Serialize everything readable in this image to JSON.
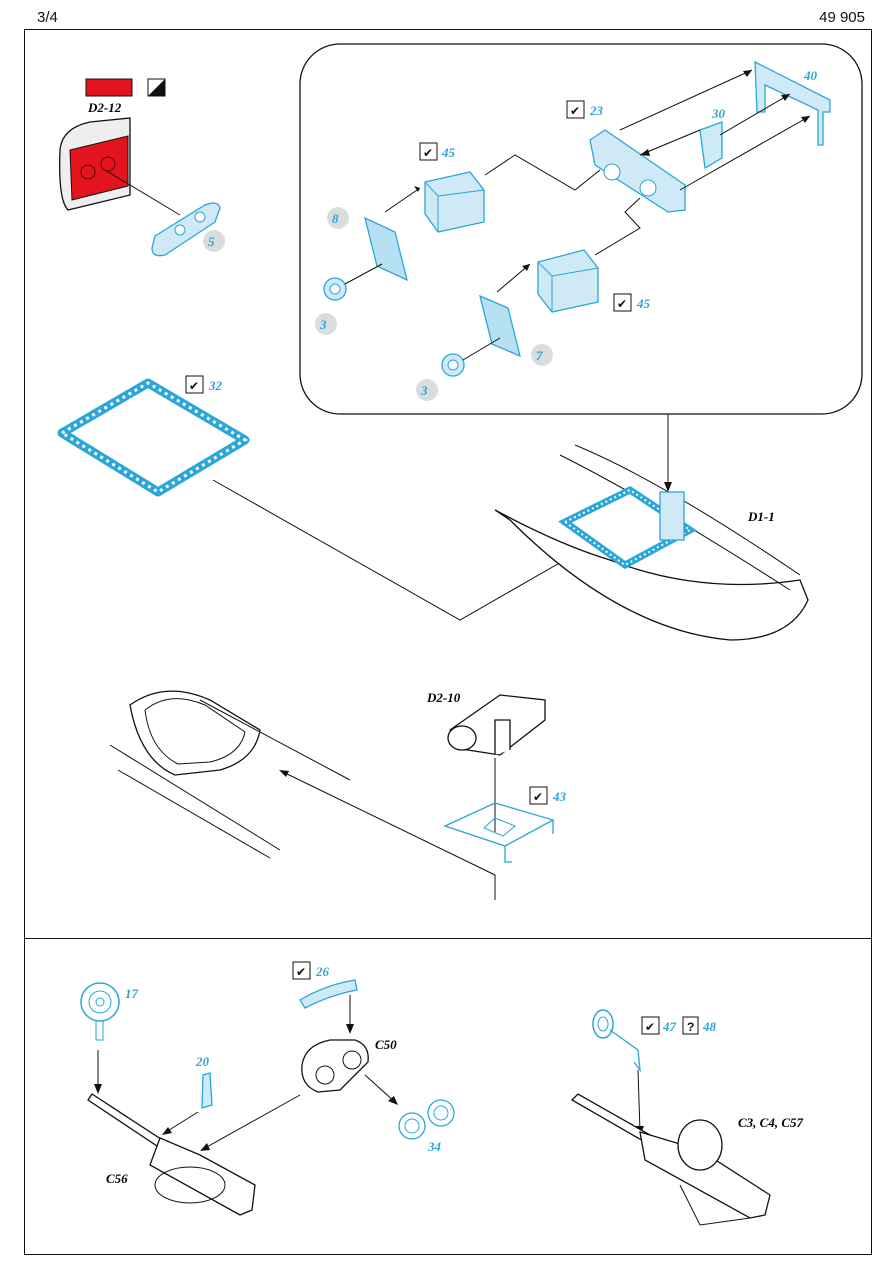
{
  "header": {
    "page": "3/4",
    "kit_number": "49 905"
  },
  "labels": {
    "d2_12": "D2-12",
    "d1_1": "D1-1",
    "d2_10": "D2-10",
    "c50": "C50",
    "c56": "C56",
    "c3c4c57": "C3, C4, C57"
  },
  "parts": {
    "p5": "5",
    "p8": "8",
    "p3a": "3",
    "p3b": "3",
    "p7": "7",
    "p45a": "45",
    "p45b": "45",
    "p23": "23",
    "p30": "30",
    "p40": "40",
    "p32": "32",
    "p43": "43",
    "p17": "17",
    "p20": "20",
    "p26": "26",
    "p34": "34",
    "p47": "47",
    "p48": "48"
  },
  "symbols": {
    "check": "✔",
    "question": "?"
  },
  "colors": {
    "photo_etch": "#2aa6d8",
    "paint_red": "#e3141d",
    "part_circle": "#d9dde0"
  }
}
